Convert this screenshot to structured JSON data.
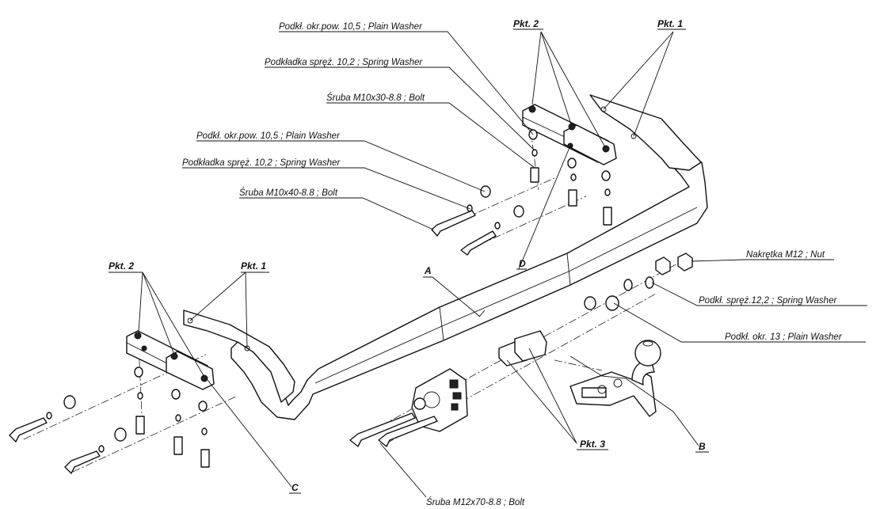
{
  "labels": {
    "top_washer_1": "Podkł. okr.pow. 10,5 ; Plain Washer",
    "top_spring_1": "Podkładka spręż. 10,2 ; Spring Washer",
    "top_bolt_1": "Śruba M10x30-8.8   ;  Bolt",
    "top_washer_2": "Podkł. okr.pow. 10,5 ; Plain Washer",
    "top_spring_2": "Podkładka spręż. 10,2 ; Spring Washer",
    "top_bolt_2": "Śruba M10x40-8.8   ;  Bolt",
    "pkt2_top": "Pkt. 2",
    "pkt1_top": "Pkt. 1",
    "nut": "Nakrętka  M12 ; Nut",
    "spring_12": "Podkł. spręż.12,2 ; Spring Washer",
    "washer_13": "Podkł. okr. 13 ; Plain Washer",
    "letter_a": "A",
    "letter_b": "B",
    "letter_c": "C",
    "letter_d": "D",
    "pkt2_left": "Pkt. 2",
    "pkt1_left": "Pkt. 1",
    "pkt3": "Pkt. 3",
    "bolt_m12": "Śruba M12x70-8.8   ;  Bolt"
  }
}
